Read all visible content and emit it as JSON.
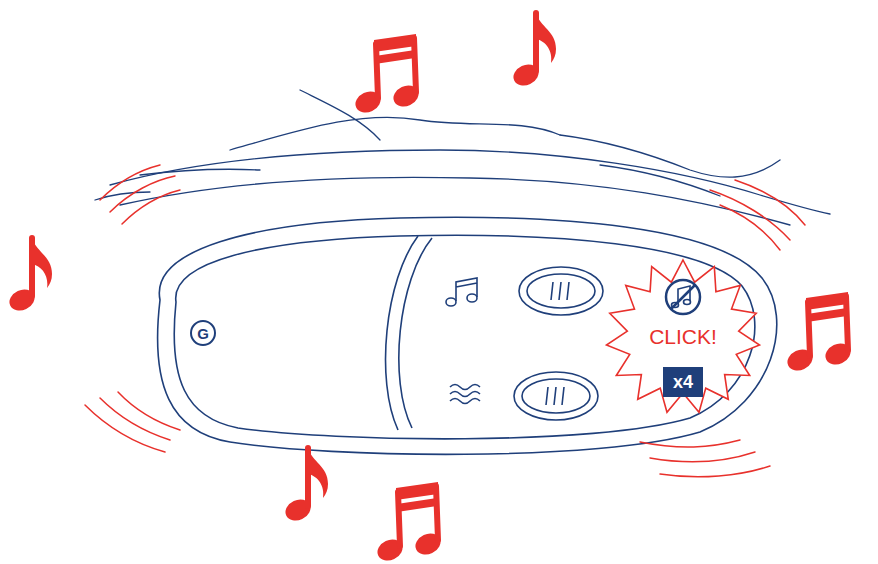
{
  "diagram": {
    "nodes": [
      {
        "text": [
          "G"
        ]
      },
      {
        "text": [
          "CLICK!"
        ]
      },
      {
        "text": [
          "x4"
        ],
        "in": 1
      }
    ]
  }
}
